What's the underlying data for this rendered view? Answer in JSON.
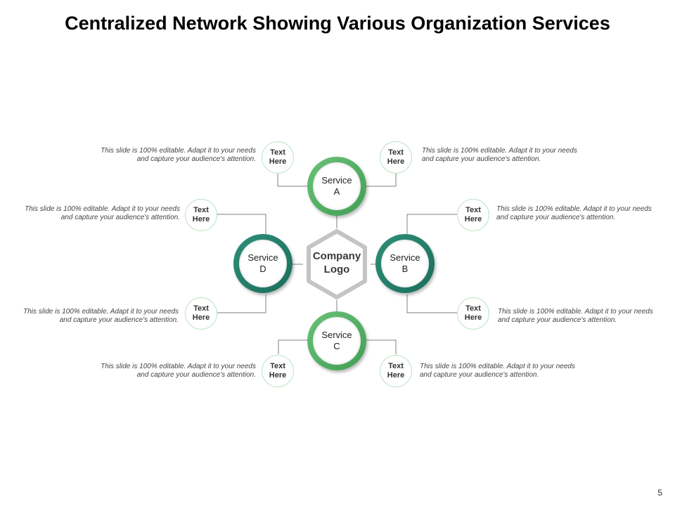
{
  "title": "Centralized Network Showing Various Organization Services",
  "center": {
    "line1": "Company",
    "line2": "Logo"
  },
  "services": {
    "a": {
      "line1": "Service",
      "line2": "A"
    },
    "b": {
      "line1": "Service",
      "line2": "B"
    },
    "c": {
      "line1": "Service",
      "line2": "C"
    },
    "d": {
      "line1": "Service",
      "line2": "D"
    }
  },
  "text_circle": {
    "line1": "Text",
    "line2": "Here"
  },
  "descriptions": {
    "a_left": "This slide is 100% editable. Adapt it to your needs and capture your audience's attention.",
    "a_right": "This slide is 100% editable. Adapt it to your needs and capture your audience's attention.",
    "b_top": "This slide is 100% editable. Adapt it to your needs and capture your audience's attention.",
    "b_bottom": "This slide is 100% editable. Adapt it to your needs and capture your audience's attention.",
    "c_left": "This slide is 100% editable. Adapt it to your needs and capture your audience's attention.",
    "c_right": "This slide is 100% editable. Adapt it to your needs and capture your audience's attention.",
    "d_top": "This slide is 100% editable. Adapt it to your needs and capture your audience's attention.",
    "d_bottom": "This slide is 100% editable. Adapt it to your needs and capture your audience's attention."
  },
  "page_number": "5",
  "colors": {
    "light_green": "#4caf5e",
    "dark_teal": "#1f7a64",
    "hex_outline": "#c4c4c4",
    "connector": "#7f7f7f"
  }
}
